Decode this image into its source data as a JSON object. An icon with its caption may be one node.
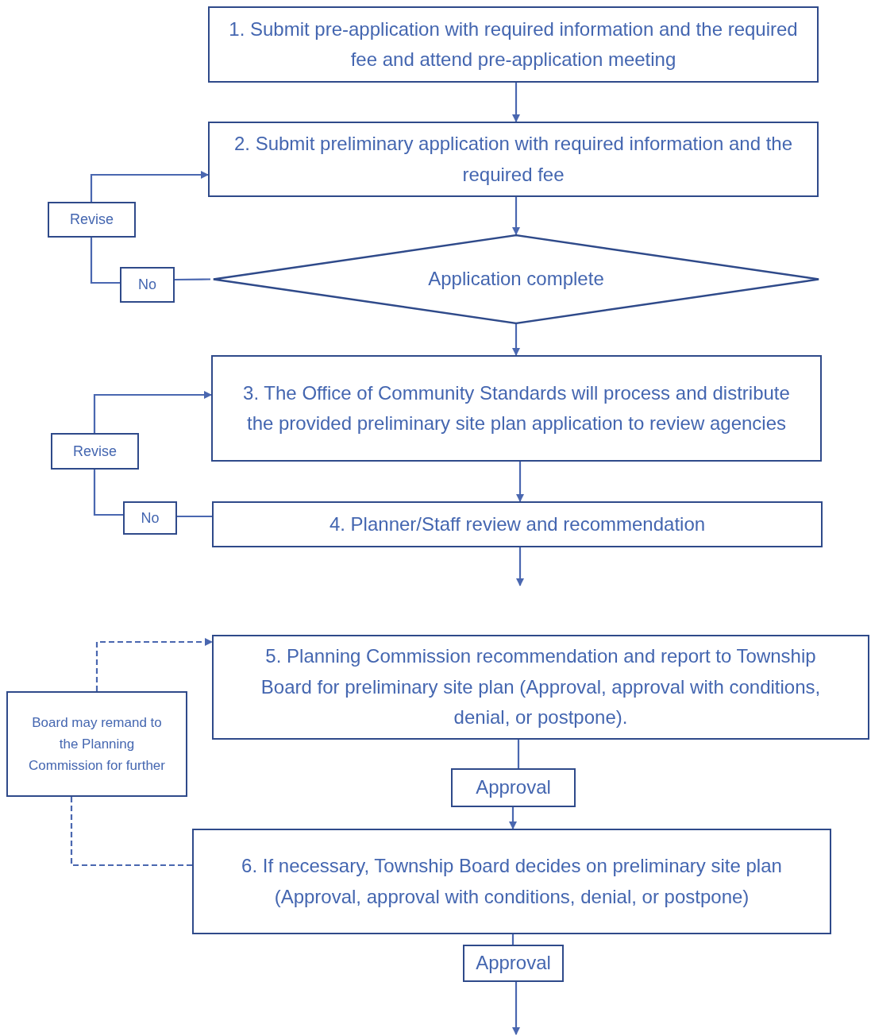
{
  "diagram": {
    "nodes": [
      {
        "text": [
          "1. Submit pre-application with required information and the required fee and attend pre-application meeting"
        ]
      },
      {
        "text": [
          "2. Submit preliminary application with required information and the required fee"
        ]
      },
      {
        "text": [
          "Revise"
        ]
      },
      {
        "text": [
          "No"
        ]
      },
      {
        "text": [
          "Application complete"
        ]
      },
      {
        "text": [
          "3. The Office of Community Standards will process and distribute the provided preliminary site plan application to review agencies"
        ]
      },
      {
        "text": [
          "Revise"
        ]
      },
      {
        "text": [
          "No"
        ]
      },
      {
        "text": [
          "4. Planner/Staff review and recommendation"
        ]
      },
      {
        "text": [
          "Board may remand to the Planning Commission for further"
        ]
      },
      {
        "text": [
          "5. Planning Commission recommendation and report to Township Board for preliminary site plan (Approval, approval with conditions, denial, or postpone)."
        ]
      },
      {
        "text": [
          "Approval"
        ]
      },
      {
        "text": [
          "6. If necessary, Township Board decides on preliminary site plan (Approval, approval with conditions, denial, or postpone)"
        ]
      },
      {
        "text": [
          "Approval"
        ]
      }
    ],
    "edges": [
      {
        "from": 0,
        "to": 1,
        "arrow": "to"
      },
      {
        "from": 1,
        "to": 4,
        "arrow": "to"
      },
      {
        "from": 4,
        "to": 3,
        "arrow": "none"
      },
      {
        "from": 3,
        "to": 2,
        "arrow": "none"
      },
      {
        "from": 2,
        "to": 1,
        "arrow": "to"
      },
      {
        "from": 4,
        "to": 5,
        "arrow": "to"
      },
      {
        "from": 5,
        "to": 8,
        "arrow": "to"
      },
      {
        "from": 8,
        "to": 7,
        "arrow": "none"
      },
      {
        "from": 7,
        "to": 6,
        "arrow": "none"
      },
      {
        "from": 6,
        "to": 5,
        "arrow": "to"
      },
      {
        "from": 8,
        "to": null,
        "arrow": "to"
      },
      {
        "from": 12,
        "to": 9,
        "arrow": "none",
        "style": "dashed"
      },
      {
        "from": 9,
        "to": 10,
        "arrow": "to",
        "style": "dashed"
      },
      {
        "from": 10,
        "to": 11,
        "arrow": "none"
      },
      {
        "from": 11,
        "to": 12,
        "arrow": "to"
      },
      {
        "from": 12,
        "to": 13,
        "arrow": "none"
      },
      {
        "from": 13,
        "to": null,
        "arrow": "to"
      }
    ]
  }
}
